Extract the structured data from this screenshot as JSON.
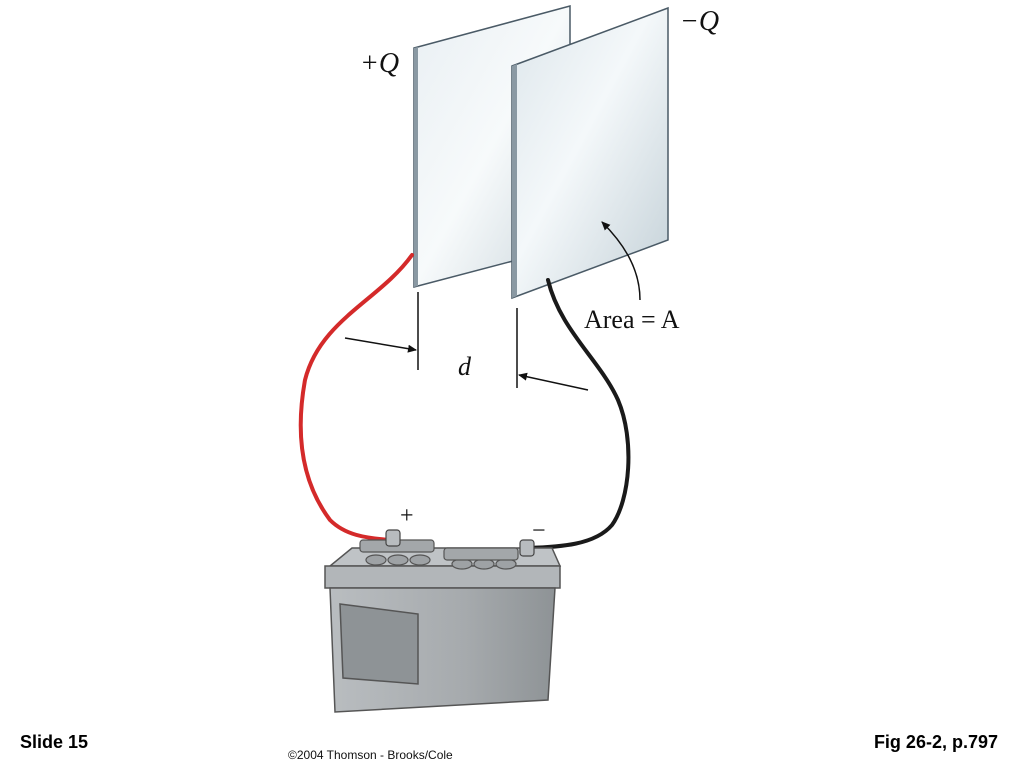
{
  "labels": {
    "plus_q": "+Q",
    "minus_q": "−Q",
    "area": "Area = A",
    "distance": "d",
    "battery_plus": "+",
    "battery_minus": "−"
  },
  "footer": {
    "slide": "Slide 15",
    "copyright": "©2004 Thomson - Brooks/Cole",
    "figure_ref": "Fig 26-2, p.797"
  },
  "colors": {
    "positive_wire": "#d42a2a",
    "negative_wire": "#1a1a1a",
    "plate_edge": "#4a5a66",
    "battery_body": "#a7abae"
  }
}
